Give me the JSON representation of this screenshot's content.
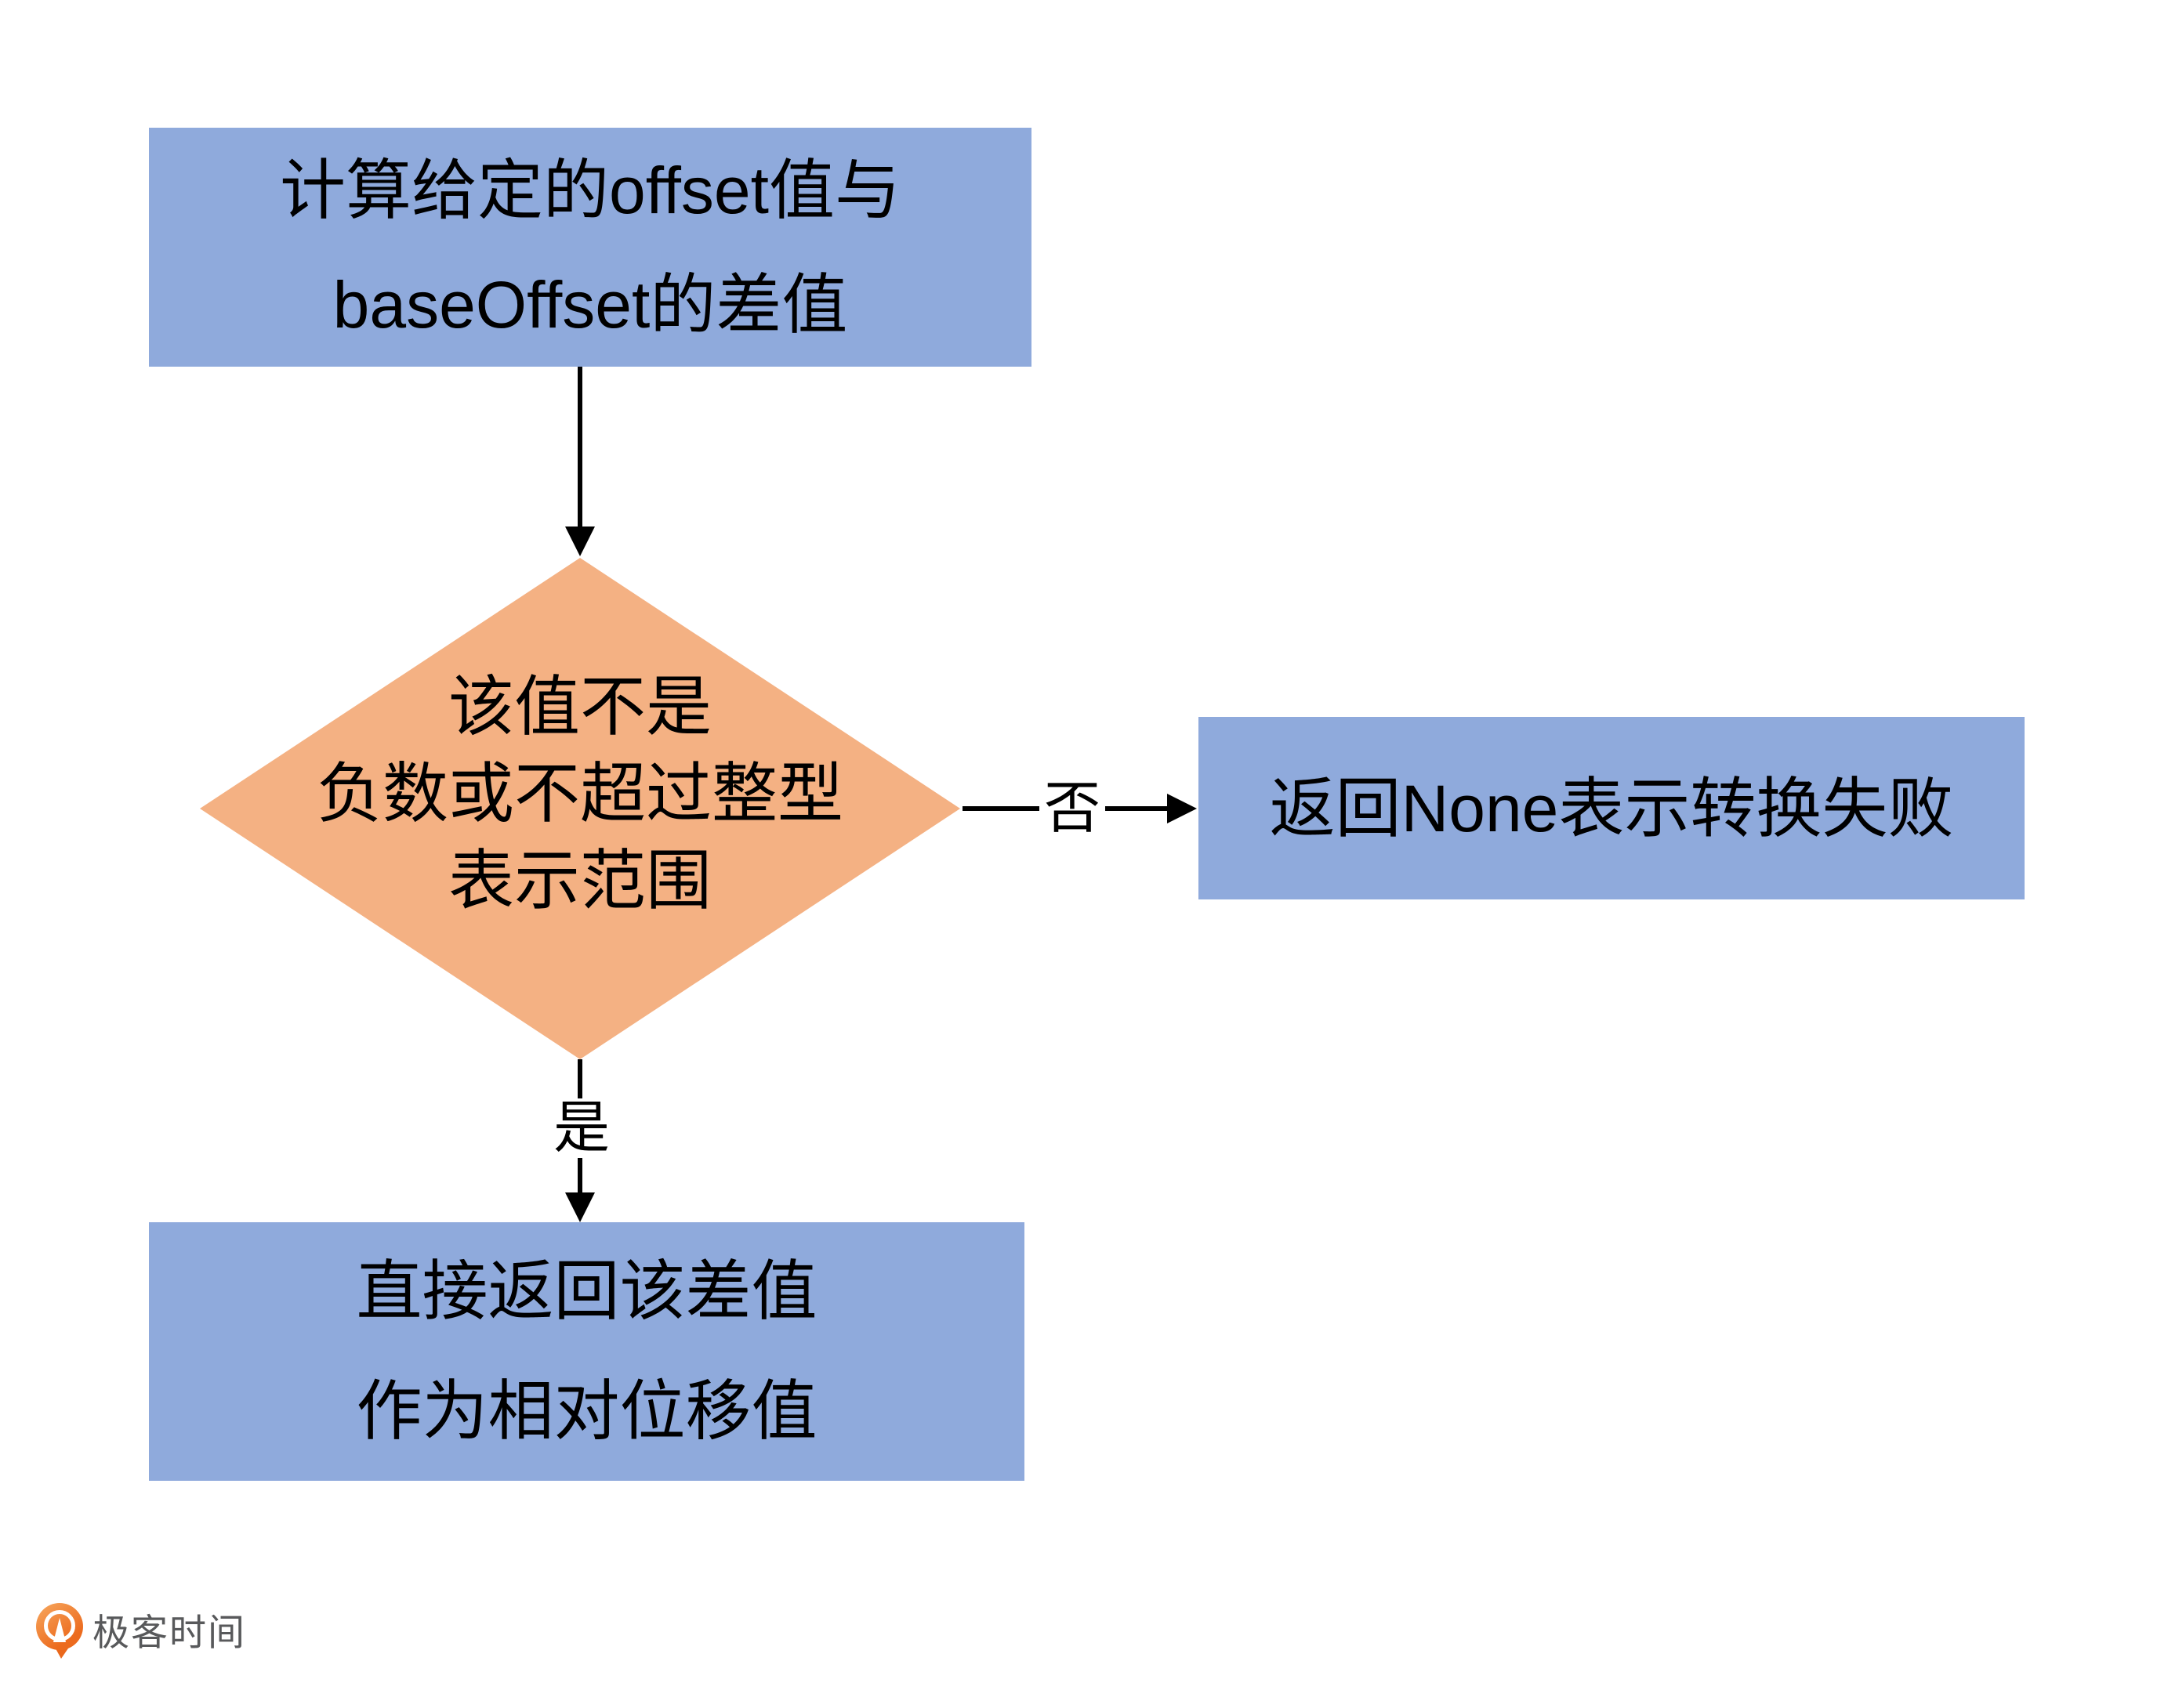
{
  "flowchart": {
    "nodes": {
      "start": {
        "label": "计算给定的offset值与\nbaseOffset的差值"
      },
      "decision": {
        "label": "该值不是\n负数或不超过整型\n表示范围"
      },
      "fail": {
        "label": "返回None表示转换失败"
      },
      "success": {
        "label": "直接返回该差值\n作为相对位移值"
      }
    },
    "edges": {
      "no_label": "否",
      "yes_label": "是"
    },
    "colors": {
      "node_blue": "#8FAADC",
      "diamond_orange": "#F4B183",
      "line_black": "#000000"
    }
  },
  "footer": {
    "brand_text": "极客时间",
    "brand_text_color": "#58595B",
    "brand_logo_color": "#EC6B1E"
  }
}
